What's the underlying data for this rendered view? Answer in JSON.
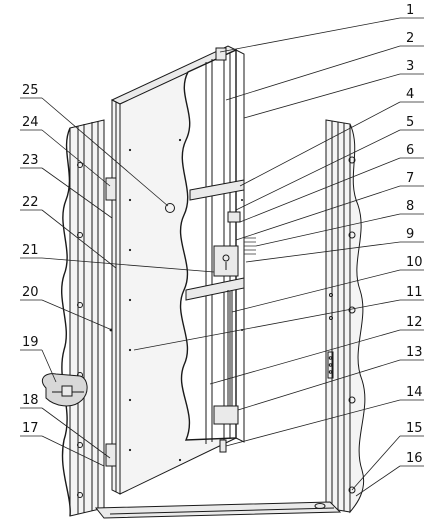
{
  "labels": [
    {
      "num": "1",
      "side": "right"
    },
    {
      "num": "2",
      "side": "right"
    },
    {
      "num": "3",
      "side": "right"
    },
    {
      "num": "4",
      "side": "right"
    },
    {
      "num": "5",
      "side": "right"
    },
    {
      "num": "6",
      "side": "right"
    },
    {
      "num": "7",
      "side": "right"
    },
    {
      "num": "8",
      "side": "right"
    },
    {
      "num": "9",
      "side": "right"
    },
    {
      "num": "10",
      "side": "right"
    },
    {
      "num": "11",
      "side": "right"
    },
    {
      "num": "12",
      "side": "right"
    },
    {
      "num": "13",
      "side": "right"
    },
    {
      "num": "14",
      "side": "right"
    },
    {
      "num": "15",
      "side": "right"
    },
    {
      "num": "16",
      "side": "right"
    },
    {
      "num": "17",
      "side": "left"
    },
    {
      "num": "18",
      "side": "left"
    },
    {
      "num": "19",
      "side": "left"
    },
    {
      "num": "20",
      "side": "left"
    },
    {
      "num": "21",
      "side": "left"
    },
    {
      "num": "22",
      "side": "left"
    },
    {
      "num": "23",
      "side": "left"
    },
    {
      "num": "24",
      "side": "left"
    },
    {
      "num": "25",
      "side": "left"
    }
  ]
}
